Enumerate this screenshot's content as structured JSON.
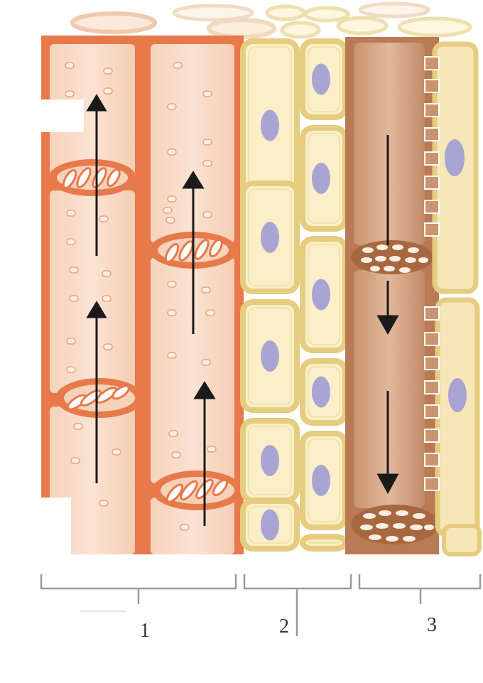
{
  "figure": {
    "groups": [
      {
        "id": "xylem-vessels",
        "label": "1"
      },
      {
        "id": "parenchyma",
        "label": "2"
      },
      {
        "id": "sieve-tube",
        "label": "3"
      }
    ]
  },
  "colors": {
    "xylem_wall": "#e7794a",
    "xylem_fill": "#f8d9c5",
    "parenchyma_wall": "#e5cc7e",
    "parenchyma_fill": "#fbefc9",
    "nucleus": "#9a96d4",
    "sieve_wall": "#b97a55",
    "sieve_fill": "#d7a98c",
    "companion_fill": "#f6e6b8",
    "arrow": "#1a1a1a",
    "bracket": "#9a9a9a"
  }
}
